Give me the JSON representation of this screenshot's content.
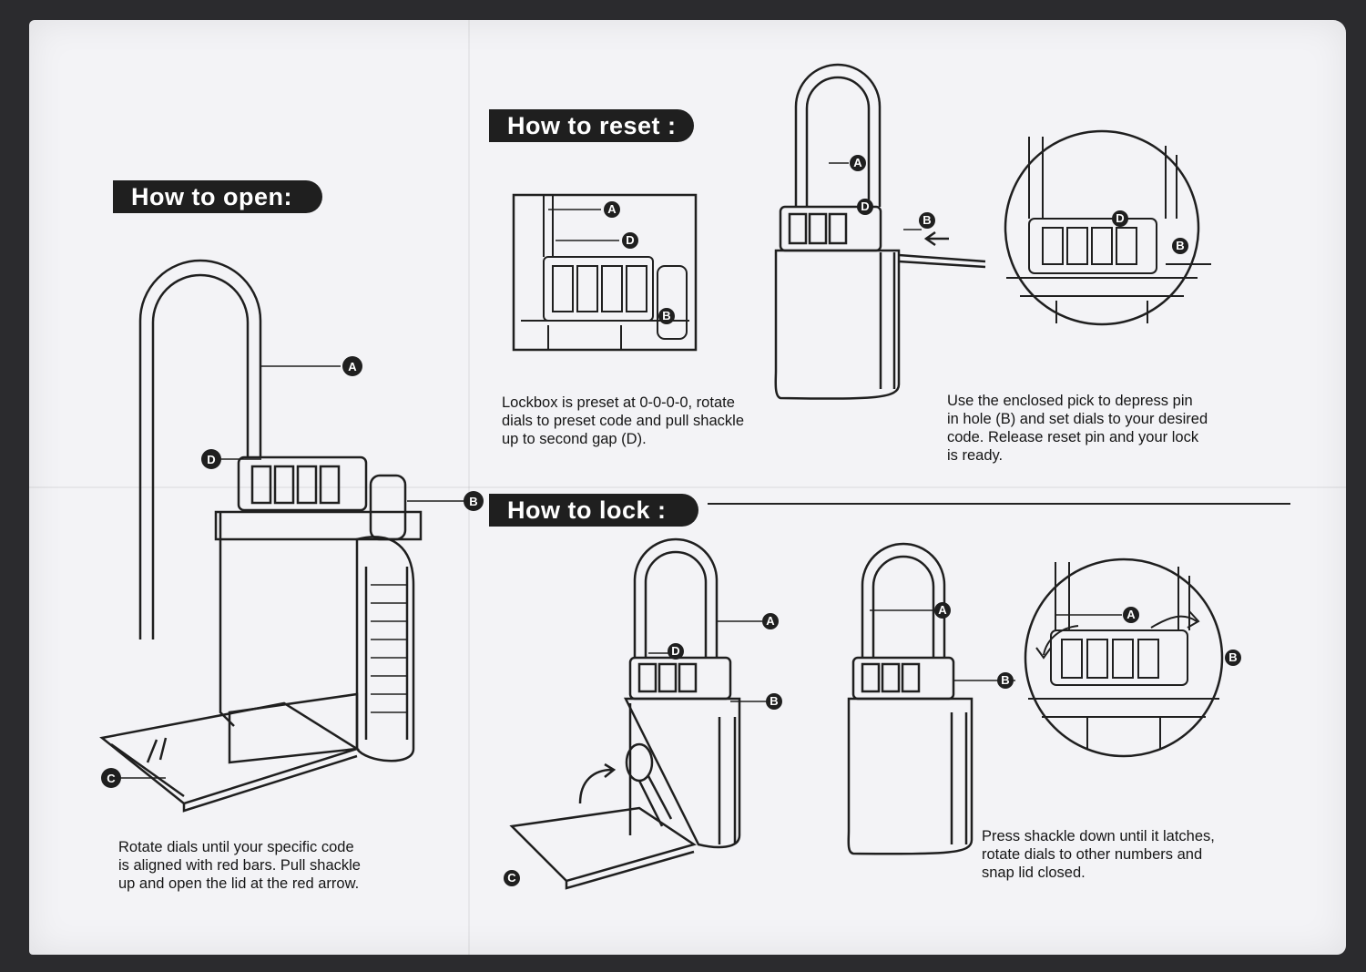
{
  "sections": {
    "open": {
      "title": "How to open:",
      "caption": [
        "Rotate dials until your specific code",
        "is aligned with red bars. Pull shackle",
        "up and open the lid at the red arrow."
      ]
    },
    "reset": {
      "title": "How to reset :",
      "caption_left": [
        "Lockbox is preset at 0-0-0-0, rotate",
        "dials to preset code and pull shackle",
        "up to second gap (D)."
      ],
      "caption_right": [
        "Use the enclosed pick to depress pin",
        "in hole (B) and set dials to your desired",
        "code. Release reset pin and your lock",
        "is ready."
      ]
    },
    "lock": {
      "title": "How to lock :",
      "caption": [
        "Press shackle down until it latches,",
        "rotate dials to other numbers and",
        "snap lid closed."
      ]
    }
  },
  "labels": {
    "a": "A",
    "b": "B",
    "c": "C",
    "d": "D"
  },
  "colors": {
    "ink": "#1f1f1f",
    "paper": "#f3f3f6",
    "background": "#2b2b2e"
  }
}
